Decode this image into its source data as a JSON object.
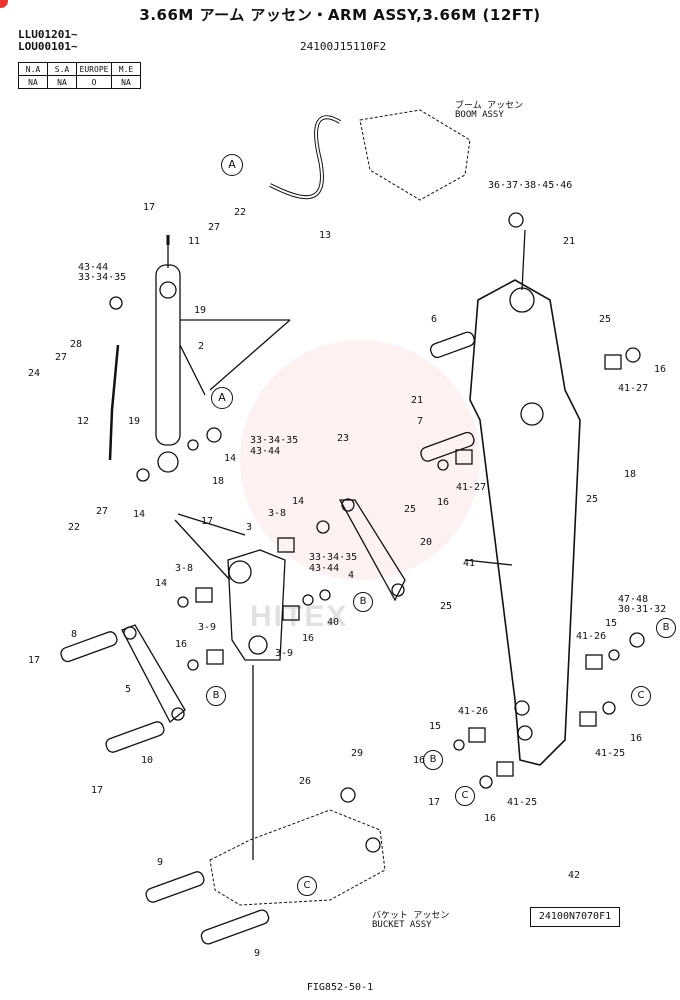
{
  "title": "3.66M アーム アッセン・ARM ASSY,3.66M (12FT)",
  "serial_1": "LLU01201~",
  "serial_2": "LOU00101~",
  "part_number": "24100J15110F2",
  "market_table": {
    "headers": [
      "N.A",
      "S.A",
      "EUROPE",
      "M.E"
    ],
    "values": [
      "NA",
      "NA",
      "O",
      "NA"
    ]
  },
  "boom_assy_jp": "ブーム アッセン",
  "boom_assy": "BOOM ASSY",
  "bucket_assy_jp": "バケット アッセン",
  "bucket_assy": "BUCKET ASSY",
  "box_ref": "42",
  "box_label": "24100N7070F1",
  "figure": "FIG852-50-1",
  "watermark": "HITEX",
  "callouts": {
    "A1": "A",
    "A2": "A",
    "B1": "B",
    "B2": "B",
    "B3": "B",
    "B4": "B",
    "C1": "C",
    "C2": "C",
    "C3": "C"
  },
  "labels": {
    "l13": "13",
    "l17a": "17",
    "l27a": "27",
    "l22a": "22",
    "l11": "11",
    "l4344a": "43·44",
    "l333435a": "33·34·35",
    "l19a": "19",
    "l2": "2",
    "l28": "28",
    "l27b": "27",
    "l24": "24",
    "l12": "12",
    "l19b": "19",
    "l333435b": "33·34·35",
    "l4344b": "43·44",
    "l14a": "14",
    "l18a": "18",
    "l22b": "22",
    "l27c": "27",
    "l14b": "14",
    "l17b": "17",
    "l3": "3",
    "l38a": "3-8",
    "l14c": "14",
    "l23": "23",
    "l25a": "25",
    "l20": "20",
    "l333435c": "33·34·35",
    "l4344c": "43·44",
    "l4": "4",
    "l38b": "3-8",
    "l14d": "14",
    "l39a": "3-9",
    "l16a": "16",
    "l8": "8",
    "l17c": "17",
    "l5": "5",
    "l39b": "3-9",
    "l16b": "16",
    "l40": "40",
    "l25b": "25",
    "l10": "10",
    "l17d": "17",
    "l26": "26",
    "l29": "29",
    "l9a": "9",
    "l9b": "9",
    "l3637": "36·37·38·45·46",
    "l21a": "21",
    "l6": "6",
    "l25c": "25",
    "l21b": "21",
    "l16c": "16",
    "l4127a": "41-27",
    "l7": "7",
    "l16d": "16",
    "l4127b": "41-27",
    "l18b": "18",
    "l25d": "25",
    "l41": "41",
    "l4748": "47·48",
    "l303132": "30·31·32",
    "l4126a": "41-26",
    "l15a": "15",
    "l16e": "16",
    "l4126b": "41-26",
    "l15b": "15",
    "l4125a": "41-25",
    "l16f": "16",
    "l17e": "17",
    "l16g": "16",
    "l4125b": "41-25"
  },
  "colors": {
    "ink": "#111111",
    "watermark": "#f07878"
  }
}
